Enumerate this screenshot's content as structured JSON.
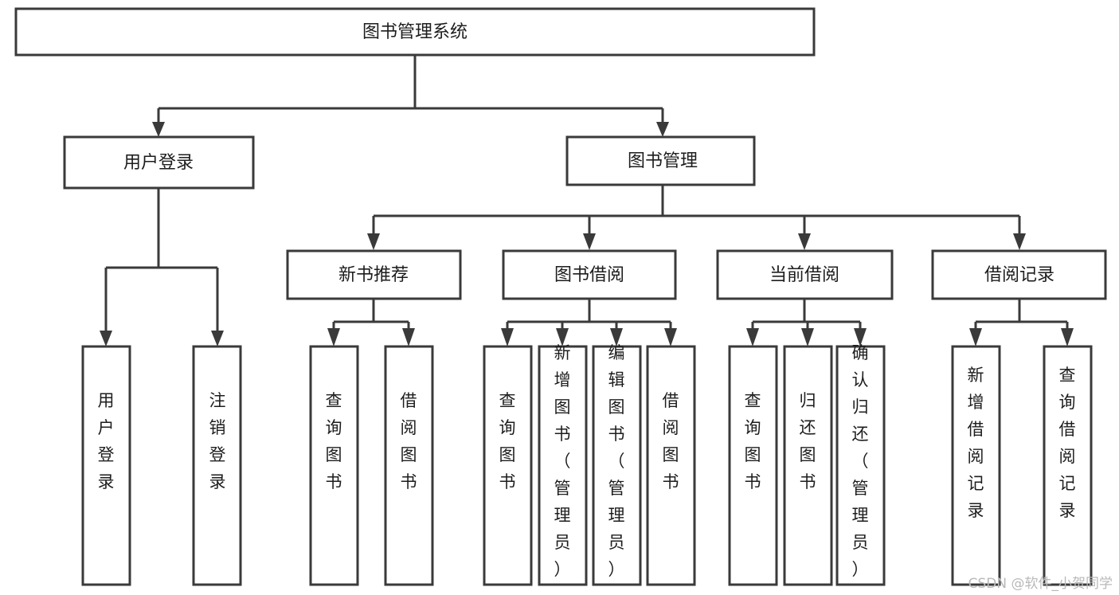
{
  "diagram": {
    "type": "tree",
    "title": "图书管理系统",
    "root": {
      "label": "图书管理系统"
    },
    "level2": [
      {
        "label": "用户登录"
      },
      {
        "label": "图书管理"
      }
    ],
    "level3": [
      {
        "label": "新书推荐"
      },
      {
        "label": "图书借阅"
      },
      {
        "label": "当前借阅"
      },
      {
        "label": "借阅记录"
      }
    ],
    "leaves": {
      "user_login": [
        "用户登录",
        "注销登录"
      ],
      "new_book_recommend": [
        "查询图书",
        "借阅图书"
      ],
      "book_borrow": [
        "查询图书",
        "新增图书（管理员）",
        "编辑图书（管理员）",
        "借阅图书"
      ],
      "current_borrow": [
        "查询图书",
        "归还图书",
        "确认归还（管理员）"
      ],
      "borrow_record": [
        "新增借阅记录",
        "查询借阅记录"
      ]
    }
  },
  "watermark": {
    "text": "CSDN @软件_小贺同学"
  },
  "colors": {
    "background": "#ffffff",
    "box_fill": "#ffffff",
    "box_stroke": "#3a3a3a",
    "text": "#1d1d1d",
    "watermark": "#b9b9b9"
  }
}
